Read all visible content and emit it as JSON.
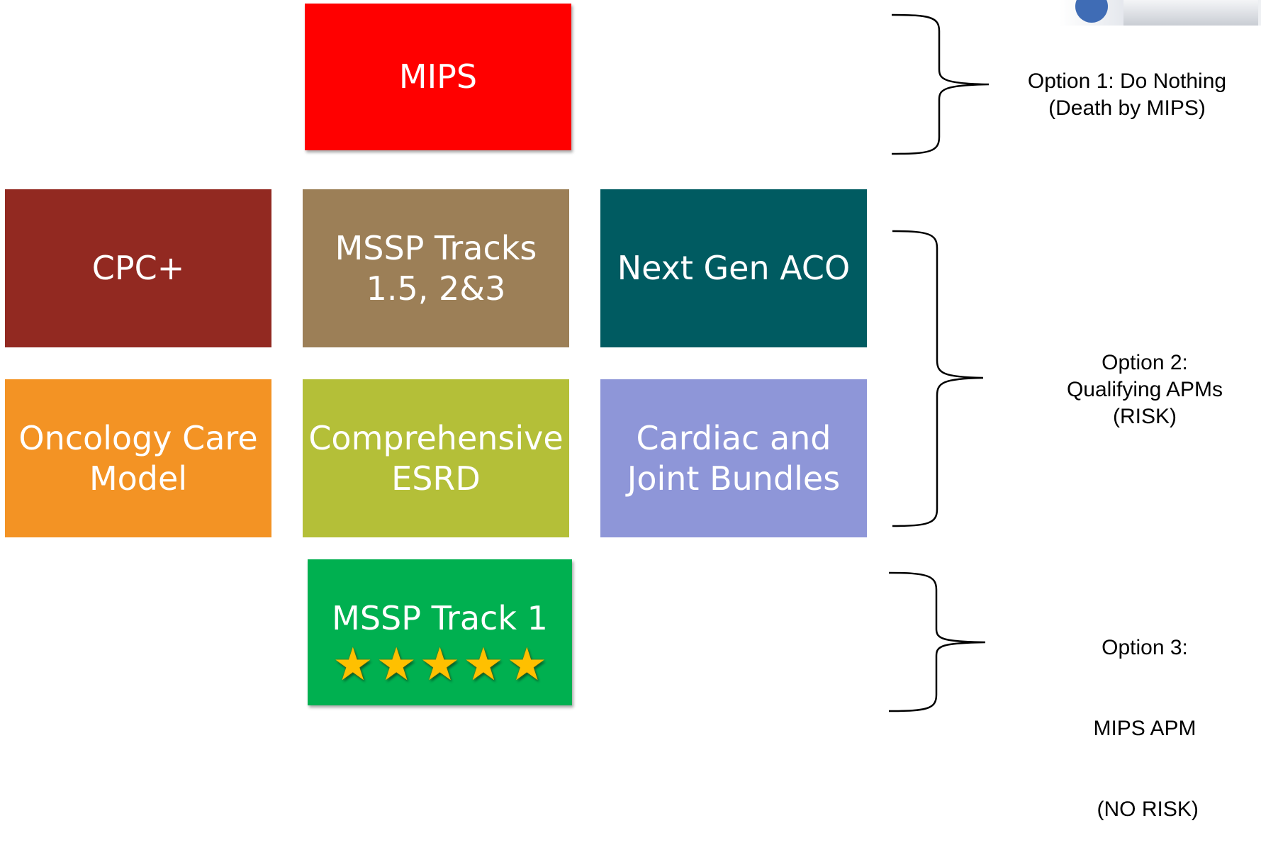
{
  "boxes": {
    "mips": {
      "lines": [
        "MIPS"
      ],
      "color": "#ff0000"
    },
    "cpc": {
      "lines": [
        "CPC+"
      ],
      "color": "#922921"
    },
    "mssp_tracks": {
      "lines": [
        "MSSP Tracks",
        "1.5, 2&3"
      ],
      "color": "#9c7f57"
    },
    "next_gen": {
      "lines": [
        "Next Gen ACO"
      ],
      "color": "#005b61"
    },
    "oncology": {
      "lines": [
        "Oncology Care",
        "Model"
      ],
      "color": "#f39324"
    },
    "esrd": {
      "lines": [
        "Comprehensive",
        "ESRD"
      ],
      "color": "#b4bf38"
    },
    "cardiac": {
      "lines": [
        "Cardiac and",
        "Joint Bundles"
      ],
      "color": "#8e96d8"
    },
    "mssp_track1": {
      "lines": [
        "MSSP Track 1"
      ],
      "color": "#00b050",
      "stars": 5
    }
  },
  "options": {
    "option1": {
      "lines": [
        "Option 1: Do Nothing",
        "(Death by MIPS)"
      ]
    },
    "option2": {
      "lines": [
        "Option 2:",
        "Qualifying APMs",
        "(RISK)"
      ]
    },
    "option3": {
      "lines": [
        "Option 3:",
        "MIPS APM",
        " (NO RISK)"
      ]
    }
  },
  "icons": {
    "star": "star-icon",
    "photo": "photo-fragment"
  }
}
